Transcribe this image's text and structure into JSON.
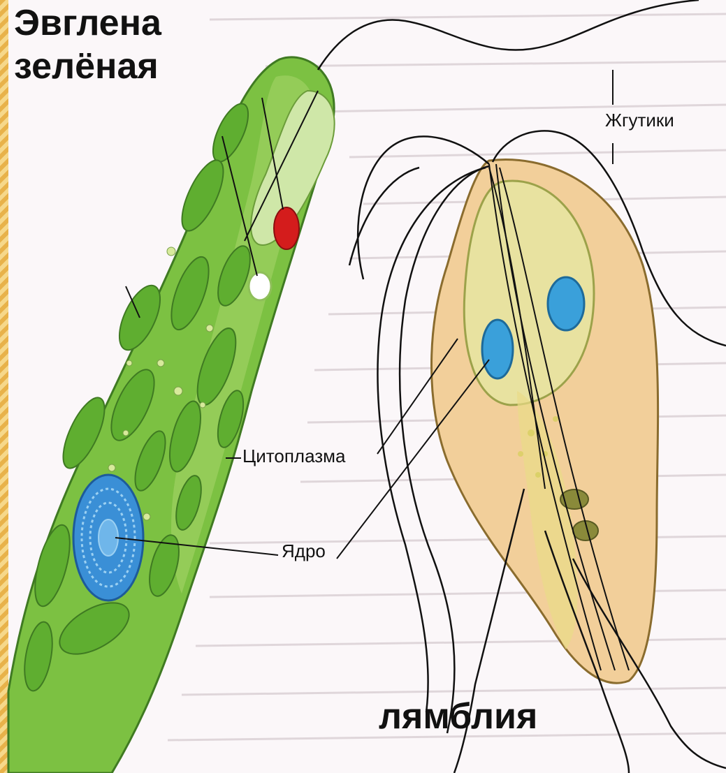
{
  "titles": {
    "euglena": "Эвглена\nзелёная",
    "giardia": "лямблия"
  },
  "labels": {
    "flagella": "Жгутики",
    "cytoplasm": "Цитоплазма",
    "nucleus": "Ядро"
  },
  "colors": {
    "euglena_body": "#7cc142",
    "euglena_chloroplast": "#6ab53a",
    "eyespot": "#d41c1c",
    "euglena_nucleus": "#3a8fd6",
    "giardia_body": "#f2cf9a",
    "giardia_inner": "#e8e2a0",
    "giardia_nucleus": "#3aa0da",
    "line": "#111111"
  }
}
